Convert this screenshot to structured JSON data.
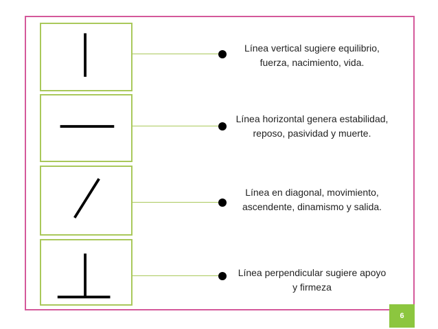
{
  "colors": {
    "frame_border": "#d4589a",
    "box_border": "#a9c85a",
    "connector": "#a9c85a",
    "dot": "#000000",
    "badge_bg": "#8cc63f"
  },
  "items": [
    {
      "icon": "vertical-line-icon",
      "text": "Línea vertical sugiere equilibrio, fuerza, nacimiento, vida."
    },
    {
      "icon": "horizontal-line-icon",
      "text": "Línea horizontal genera estabilidad, reposo, pasividad y muerte."
    },
    {
      "icon": "diagonal-line-icon",
      "text": "Línea en diagonal, movimiento, ascendente, dinamismo y salida."
    },
    {
      "icon": "perpendicular-line-icon",
      "text": "Línea perpendicular sugiere apoyo y firmeza"
    }
  ],
  "page_number": "6"
}
